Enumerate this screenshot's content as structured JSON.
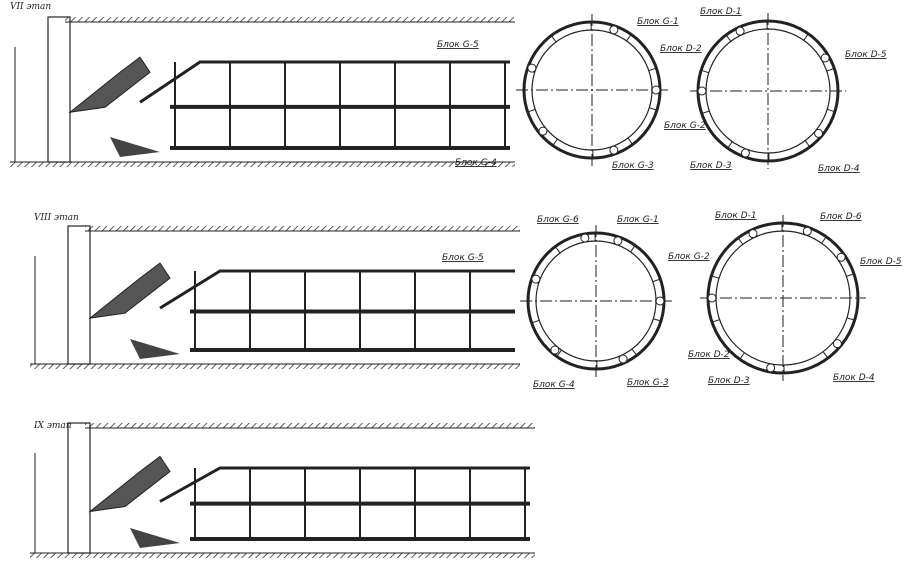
{
  "stages": [
    {
      "label": "VII этап",
      "g_labels": [
        "Блок G-1",
        "Блок G-2",
        "Блок G-3",
        "Блок G-4",
        "Блок G-5"
      ],
      "d_labels": [
        "Блок D-1",
        "Блок D-2",
        "Блок D-3",
        "Блок D-4",
        "Блок D-5"
      ]
    },
    {
      "label": "VIII этап",
      "g_labels": [
        "Блок G-1",
        "Блок G-2",
        "Блок G-3",
        "Блок G-4",
        "Блок G-5",
        "Блок G-6"
      ],
      "d_labels": [
        "Блок D-1",
        "Блок D-2",
        "Блок D-3",
        "Блок D-4",
        "Блок D-5",
        "Блок D-6"
      ]
    },
    {
      "label": "IX этап"
    }
  ]
}
